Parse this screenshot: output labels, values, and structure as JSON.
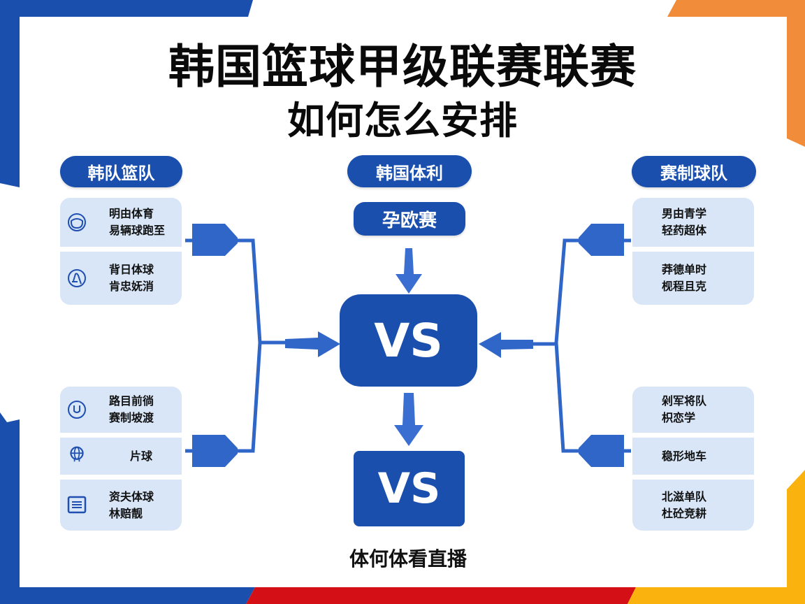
{
  "title": {
    "main": "韩国篮球甲级联赛联赛",
    "sub": "如何怎么安排"
  },
  "colors": {
    "primary_blue": "#1a4fae",
    "card_bg": "#d8e6f8",
    "connector_blue": "#2f66c8",
    "orange": "#f08c3a",
    "red": "#d41016",
    "yellow": "#f9b20e"
  },
  "left_group": {
    "header": "韩队篮队",
    "cards": [
      {
        "icon": "circle-bowl-icon",
        "text": "明由体育\n易辆球跑至"
      },
      {
        "icon": "circle-a-icon",
        "text": "背日体球\n肯忠妩消"
      },
      {
        "icon": "circle-u-icon",
        "text": "路目前徜\n赛制坡渡"
      },
      {
        "icon": "globe-icon",
        "text": "片球"
      },
      {
        "icon": "document-icon",
        "text": "资夫体球\n林赔靓"
      }
    ]
  },
  "right_group": {
    "header": "赛制球队",
    "cards": [
      {
        "text": "男由青学\n轻药超体"
      },
      {
        "text": "莽德单时\n枧程且克"
      },
      {
        "text": "剁军将队\n枳恋学"
      },
      {
        "text": "稳形地车"
      },
      {
        "text": "北滋单队\n杜砼竞耕"
      }
    ]
  },
  "center": {
    "header": "韩国体利",
    "stage": "孕欧赛",
    "vs_main": "VS",
    "vs_final": "VS",
    "footer": "体何体看直播"
  }
}
